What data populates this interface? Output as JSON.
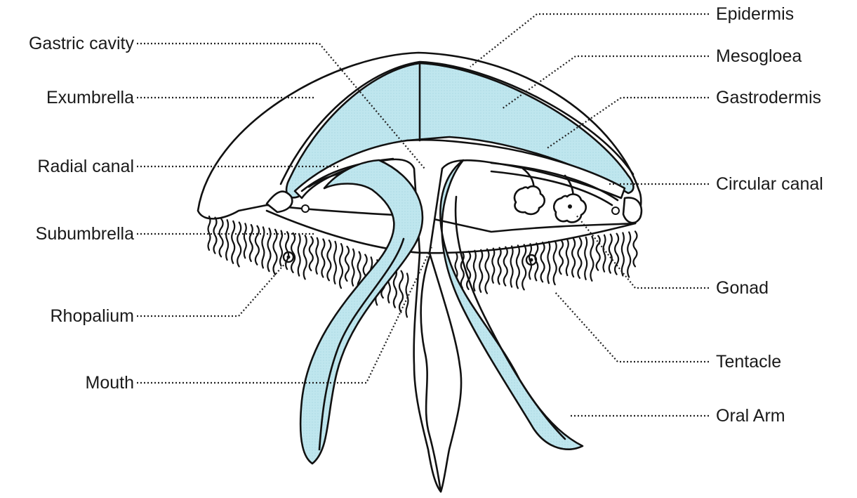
{
  "labels": {
    "gastric_cavity": "Gastric cavity",
    "exumbrella": "Exumbrella",
    "radial_canal": "Radial canal",
    "subumbrella": "Subumbrella",
    "rhopalium": "Rhopalium",
    "mouth": "Mouth",
    "epidermis": "Epidermis",
    "mesogloea": "Mesogloea",
    "gastrodermis": "Gastrodermis",
    "circular_canal": "Circular canal",
    "gonad": "Gonad",
    "tentacle": "Tentacle",
    "oral_arm": "Oral Arm"
  },
  "colors": {
    "mesogloea_fill": "#bfe6ee",
    "outline": "#111111",
    "background": "#ffffff"
  }
}
